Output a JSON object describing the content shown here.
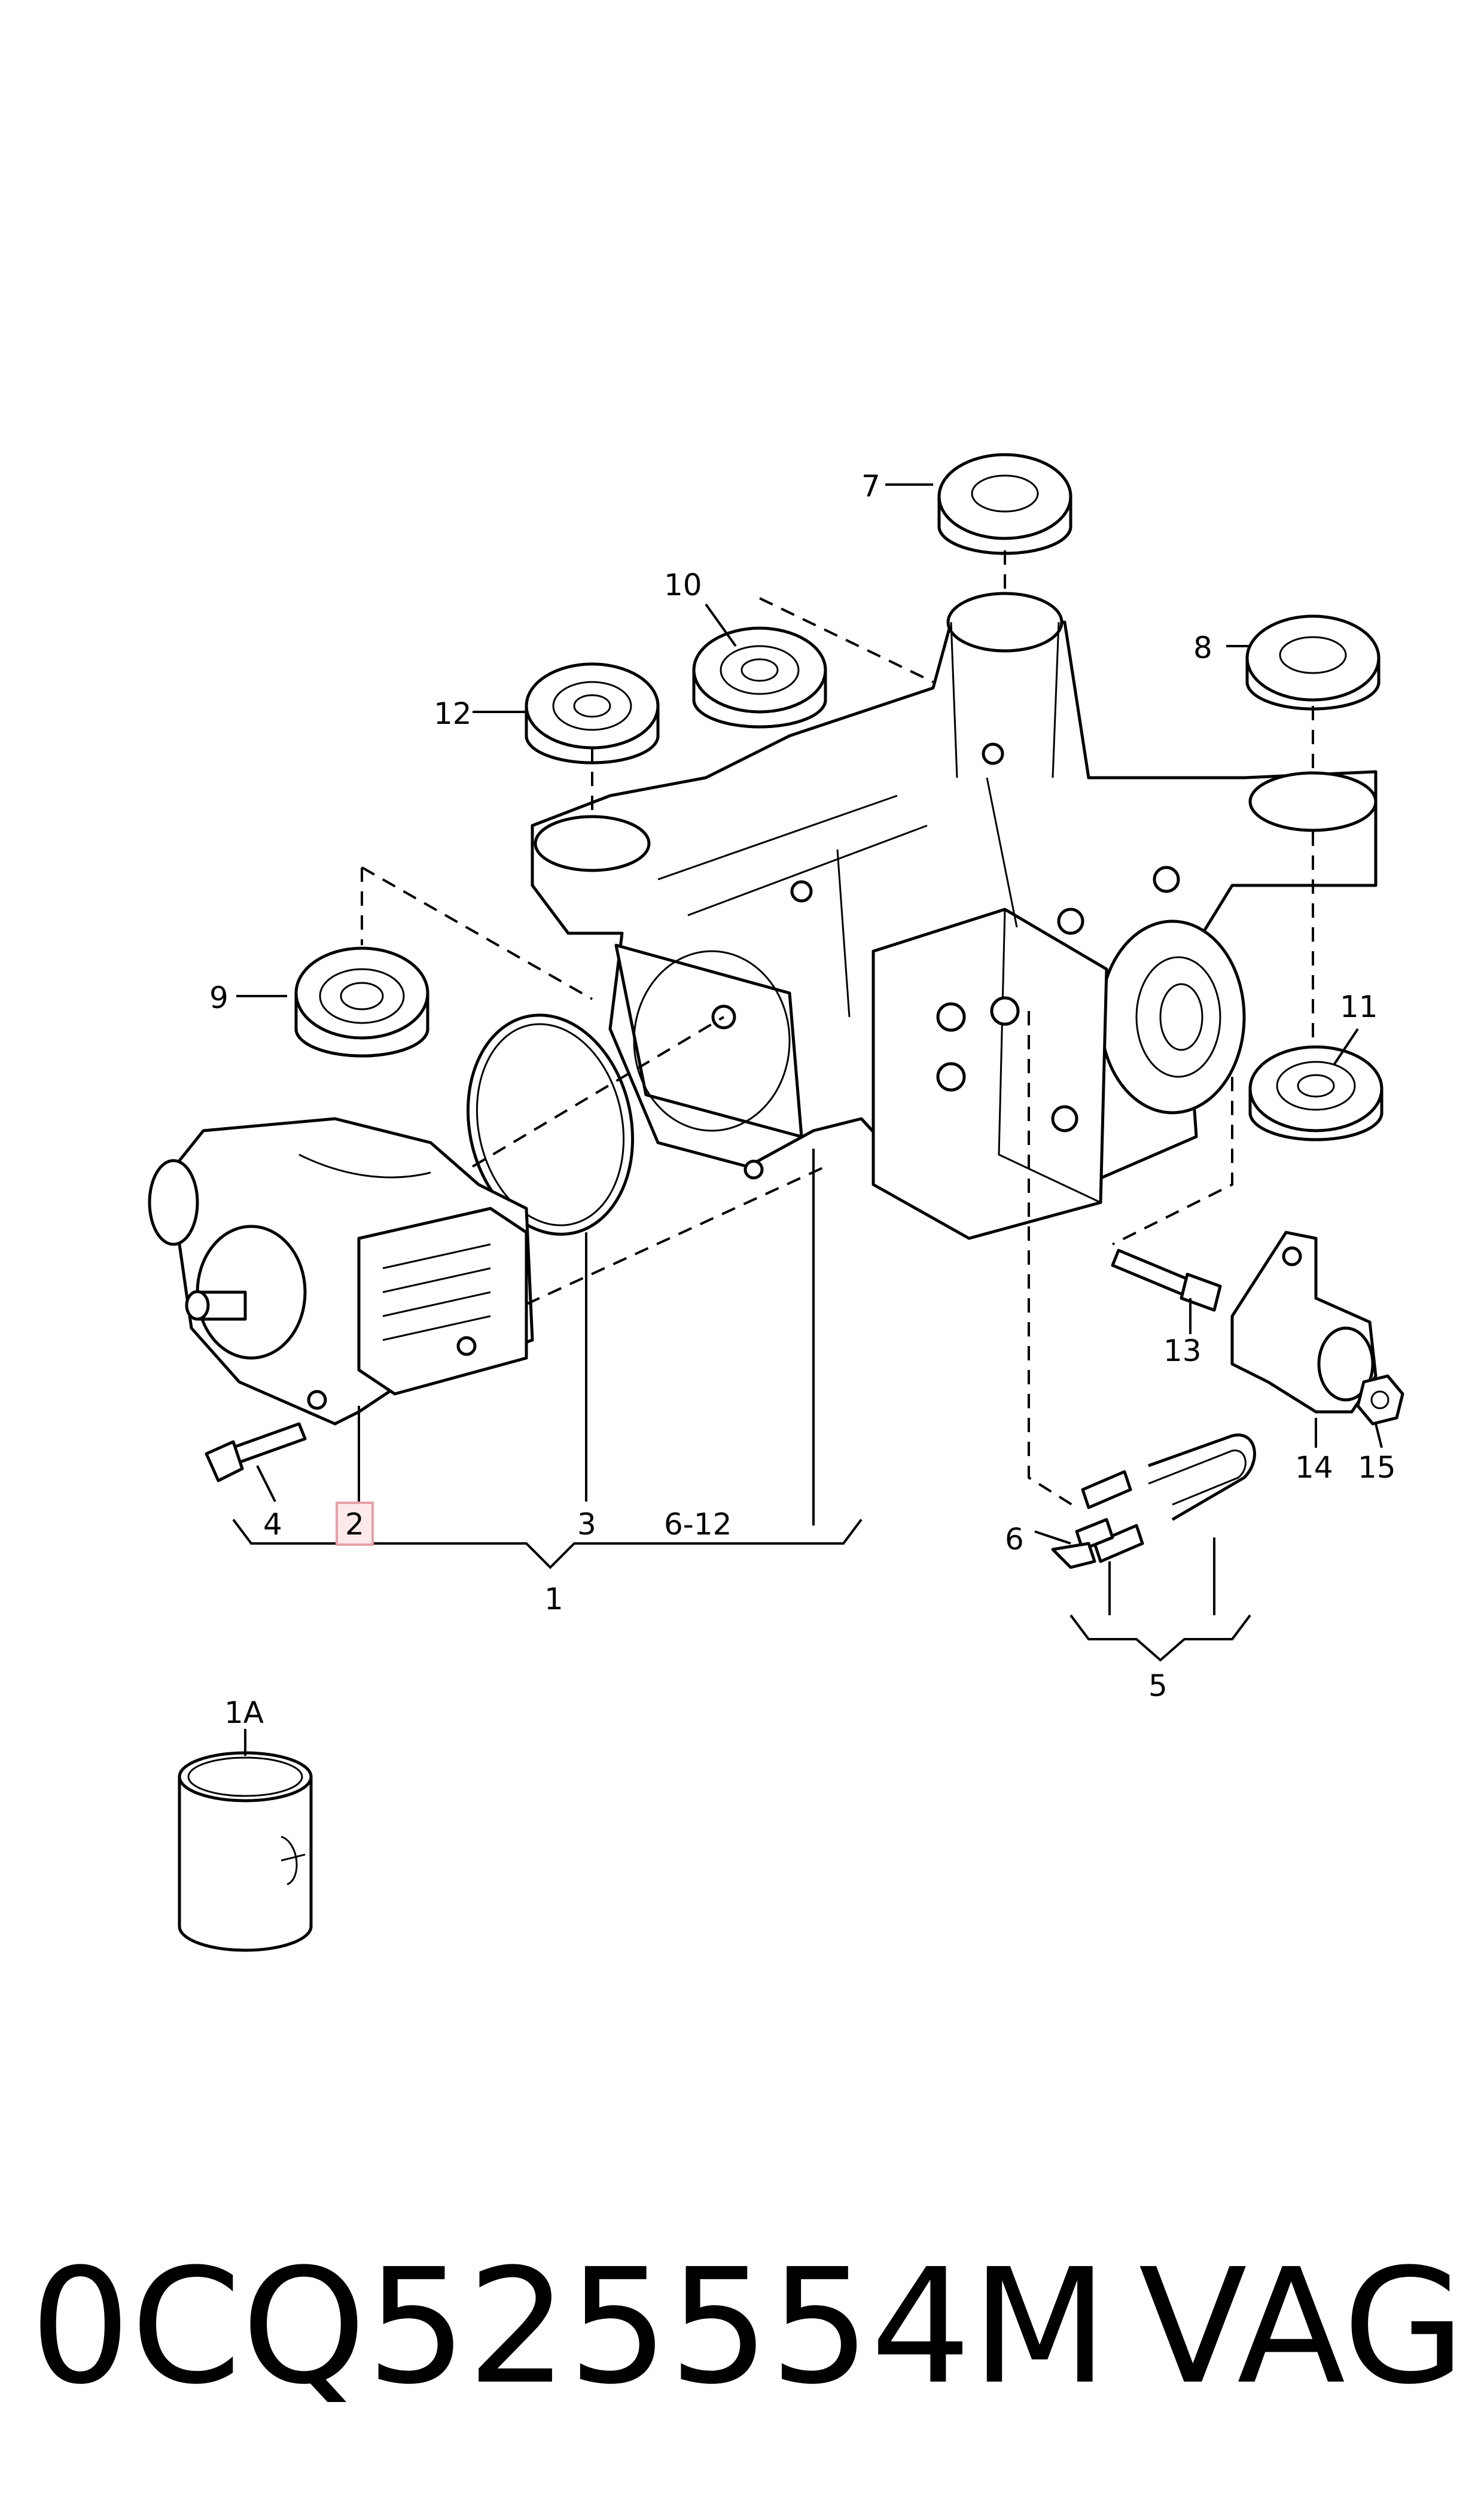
{
  "callouts": {
    "c1": "1",
    "c1a": "1A",
    "c2": "2",
    "c3": "3",
    "c4": "4",
    "c5": "5",
    "c6": "6",
    "c6_12": "6-12",
    "c7": "7",
    "c8": "8",
    "c9": "9",
    "c10": "10",
    "c11": "11",
    "c12": "12",
    "c13": "13",
    "c14": "14",
    "c15": "15"
  },
  "highlight": {
    "callout": "2",
    "color": "#e8a0a8"
  },
  "footer": {
    "part_number": "0CQ525554M",
    "brand": "VAG"
  }
}
